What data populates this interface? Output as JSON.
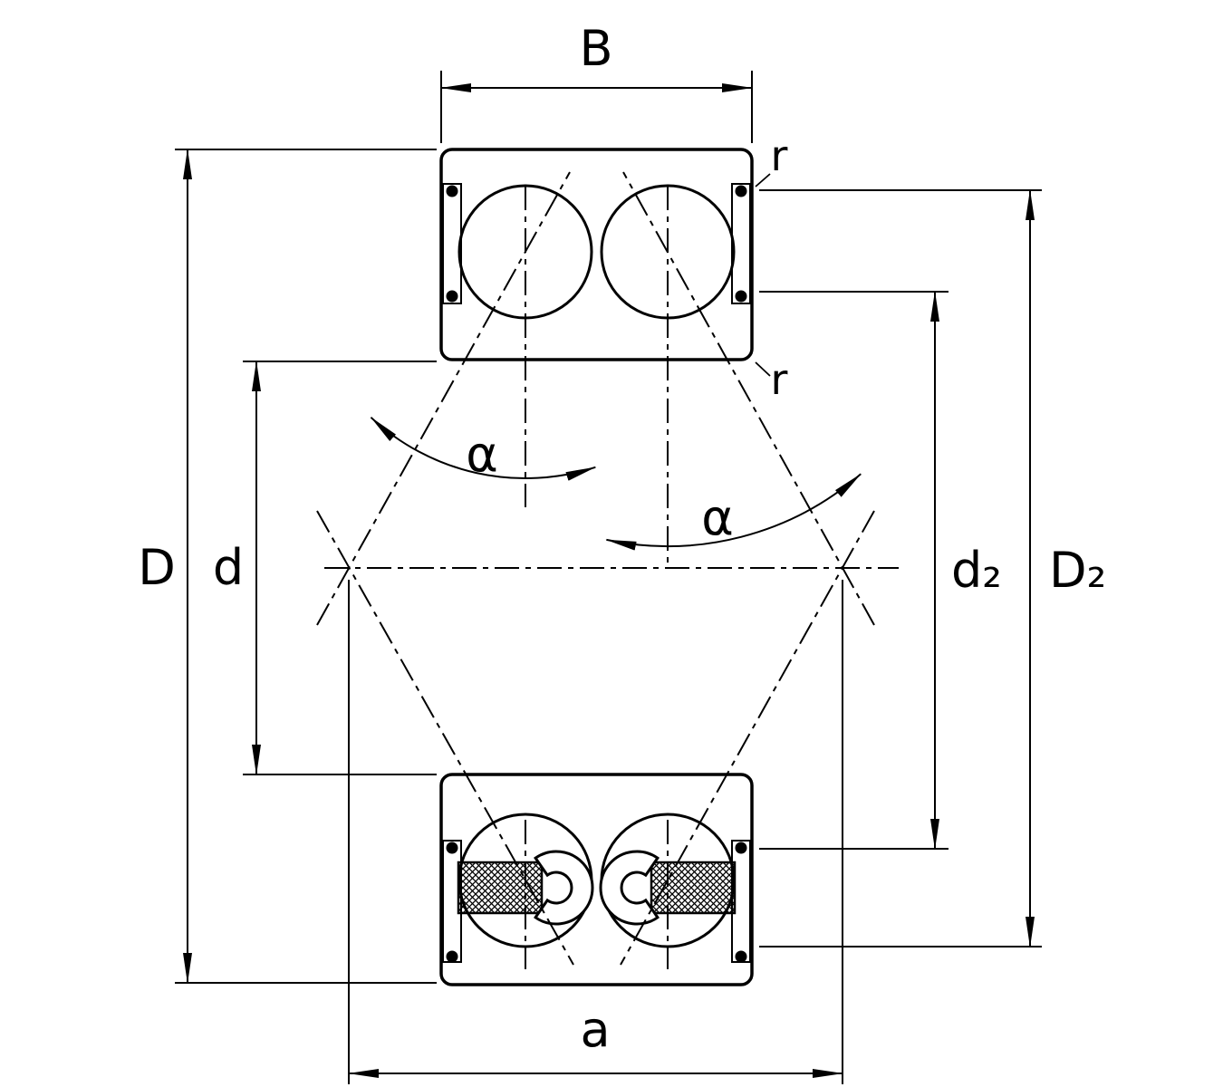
{
  "diagram": {
    "labels": {
      "B": "B",
      "r_upper": "r",
      "r_lower": "r",
      "D": "D",
      "d": "d",
      "d2": "d₂",
      "D2": "D₂",
      "a": "a",
      "alpha_left": "α",
      "alpha_right": "α"
    },
    "colors": {
      "line": "#000000",
      "background": "#ffffff"
    }
  }
}
